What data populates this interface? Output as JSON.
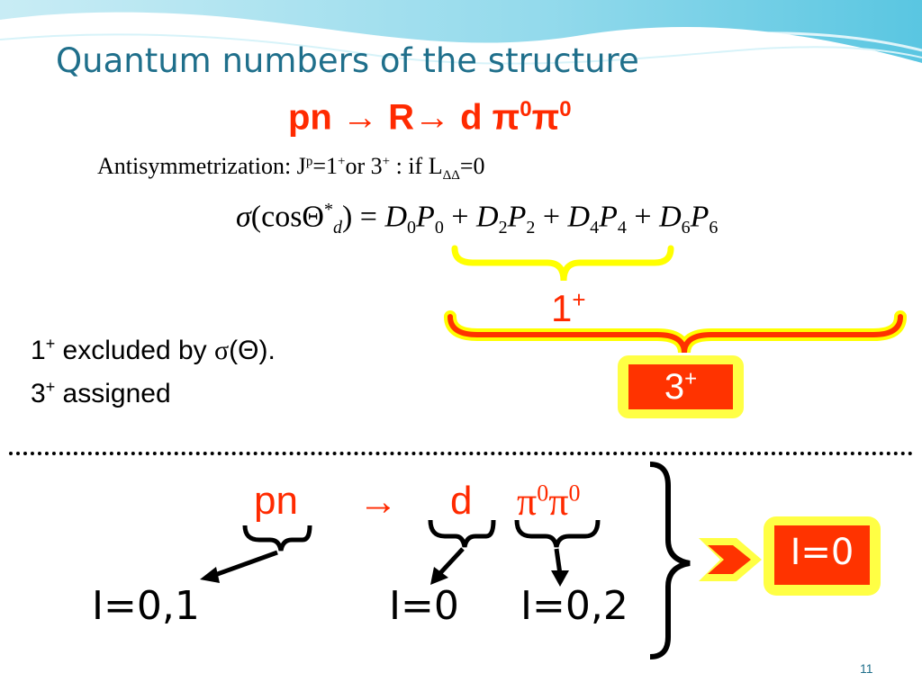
{
  "title": "Quantum numbers of the structure",
  "reaction_top": {
    "a": "pn ",
    "arrow1": "→",
    "b": " R",
    "arrow2": "→",
    "c": " d ",
    "pi": "π",
    "zero": "0"
  },
  "antisym": {
    "prefix": "Antisymmetrization:  J",
    "p": "p",
    "mid": "=1",
    "plus": "+",
    "or": "or 3",
    "tail": " : if  L",
    "sub": "ΔΔ",
    "end": "=0"
  },
  "formula": {
    "sigma": "σ",
    "lhs": "(cosΘ",
    "star": "*",
    "d": "d",
    "rhs": ") = ",
    "terms": [
      {
        "D": "D",
        "i": "0",
        "P": "P"
      },
      {
        "D": "D",
        "i": "2",
        "P": "P"
      },
      {
        "D": "D",
        "i": "4",
        "P": "P"
      },
      {
        "D": "D",
        "i": "6",
        "P": "P"
      }
    ],
    "plus": " + "
  },
  "label_1plus": {
    "n": "1",
    "plus": "+"
  },
  "label_3plus": {
    "n": "3",
    "plus": "+"
  },
  "excluded": {
    "n": "1",
    "plus": "+",
    "text": " excluded by ",
    "sigma": "σ",
    "paren": "(Θ)."
  },
  "assigned": {
    "n": "3",
    "plus": "+",
    "text": " assigned"
  },
  "reaction_bottom": {
    "pn": "pn",
    "arrow": "→",
    "d": "d",
    "pi": "π",
    "zero": "0"
  },
  "isospin": {
    "pn": "I=0,1",
    "d": "I=0",
    "pipi": "I=0,2"
  },
  "result": "I=0",
  "page_number": "11",
  "colors": {
    "accent": "#ff2a00",
    "title": "#1f6f8b",
    "highlight": "#ffff44",
    "box": "#ff3300"
  }
}
